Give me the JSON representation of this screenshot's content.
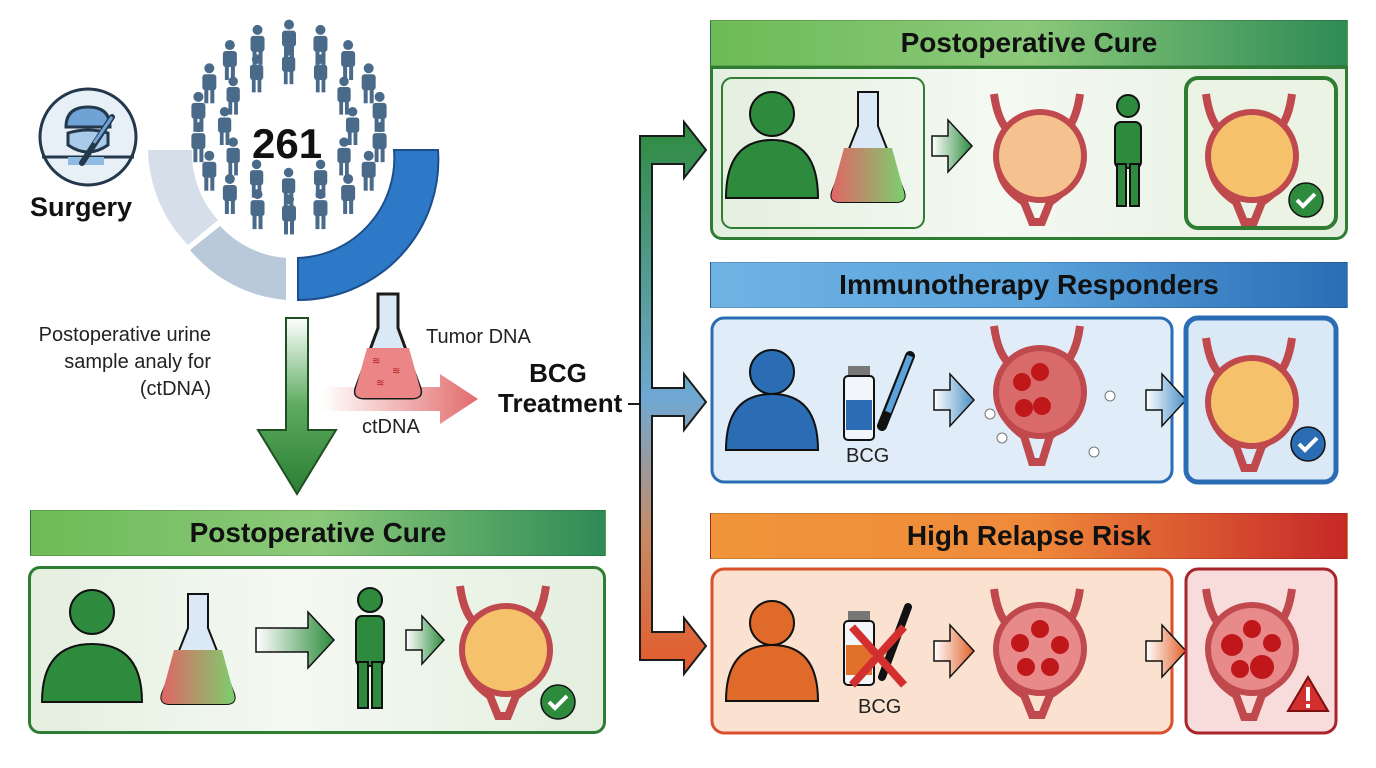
{
  "surgery": {
    "label": "Surgery",
    "icon": "surgeon-scalpel-icon"
  },
  "cohort": {
    "count": "261",
    "icon": "people-crowd-icon"
  },
  "urine_analysis": {
    "line1": "Postoperative urine",
    "line2": "sample analy for",
    "line3": "(ctDNA)"
  },
  "flask": {
    "top_label": "Tumor DNA",
    "bottom_label": "ctDNA"
  },
  "bcg_treatment": {
    "line1": "BCG",
    "line2": "Treatment"
  },
  "left_outcome": {
    "title": "Postoperative Cure",
    "color": "#2e8b3e"
  },
  "right_outcomes": [
    {
      "title": "Postoperative Cure",
      "color": "#2e8b3e",
      "status": "check"
    },
    {
      "title": "Immunotherapy Responders",
      "color": "#2a6db5",
      "drug_label": "BCG",
      "status": "check"
    },
    {
      "title": "High Relapse Risk",
      "color": "#d9502a",
      "drug_label": "BCG",
      "status": "warning"
    }
  ],
  "colors": {
    "green": "#2e8b3e",
    "blue": "#2a6db5",
    "orange": "#e8742e",
    "red": "#c62828",
    "people": "#4a6a8a"
  }
}
